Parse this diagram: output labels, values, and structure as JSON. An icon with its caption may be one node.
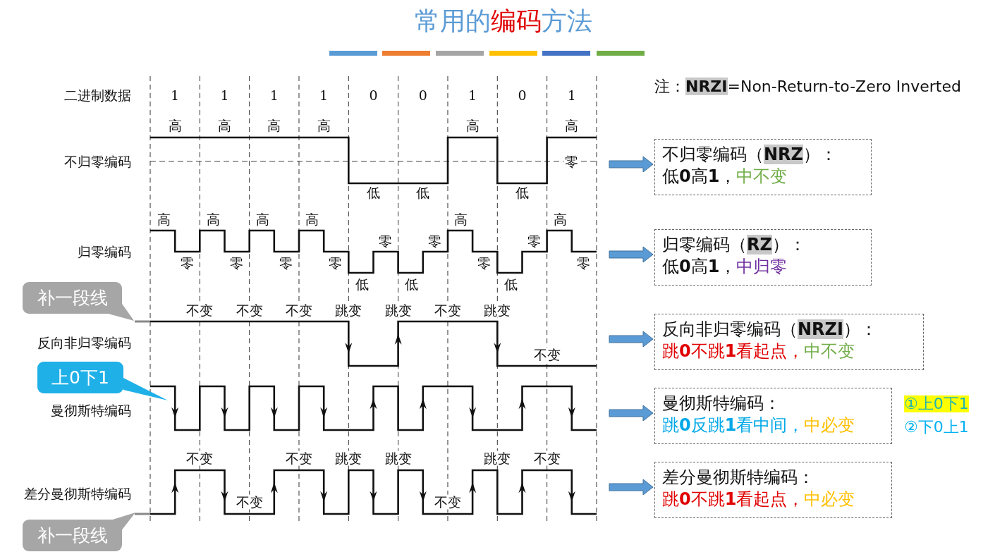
{
  "diagram": {
    "title": "常用的**编码**方法",
    "nodes": [
      {
        "text": [
          "不归零编码（**NRZ**）：",
          "低**0**高**1**，中不变"
        ]
      },
      {
        "text": [
          "归零编码（**RZ**）：",
          "低**0**高**1**，中归零"
        ]
      },
      {
        "text": [
          "反向非归零编码（**NRZI**）：",
          "跳**0**不跳**1**看起点，中不变"
        ]
      },
      {
        "text": [
          "曼彻斯特编码：",
          "跳**0**反跳**1**看中间，中必变"
        ]
      },
      {
        "text": [
          "差分曼彻斯特编码：",
          "跳**0**不跳**1**看起点，中必变"
        ]
      },
      {
        "text": [
          "补一段线"
        ]
      },
      {
        "text": [
          "上0下1"
        ]
      },
      {
        "text": [
          "补一段线"
        ]
      }
    ],
    "edges": [
      {
        "from": null,
        "to": 0,
        "arrow": "to"
      },
      {
        "from": null,
        "to": 1,
        "arrow": "to"
      },
      {
        "from": null,
        "to": 2,
        "arrow": "to"
      },
      {
        "from": null,
        "to": 3,
        "arrow": "to"
      },
      {
        "from": null,
        "to": 4,
        "arrow": "to"
      }
    ],
    "labels": [
      "二进制数据",
      "1",
      "1",
      "1",
      "1",
      "0",
      "0",
      "1",
      "0",
      "1",
      "注：**NRZI**=Non-Return-to-Zero Inverted",
      "不归零编码",
      "高",
      "高",
      "高",
      "高",
      "高",
      "高",
      "零",
      "低",
      "低",
      "低",
      "归零编码",
      "高",
      "高",
      "高",
      "高",
      "高",
      "高",
      "零",
      "零",
      "零",
      "零",
      "零",
      "零",
      "零",
      "零",
      "零",
      "低",
      "低",
      "低",
      "反向非归零编码",
      "不变",
      "不变",
      "不变",
      "跳变",
      "跳变",
      "不变",
      "跳变",
      "不变",
      "曼彻斯特编码",
      "差分曼彻斯特编码",
      "不变",
      "不变",
      "不变",
      "跳变",
      "跳变",
      "不变",
      "跳变",
      "不变",
      "①上0下1",
      "②下0上1"
    ]
  }
}
